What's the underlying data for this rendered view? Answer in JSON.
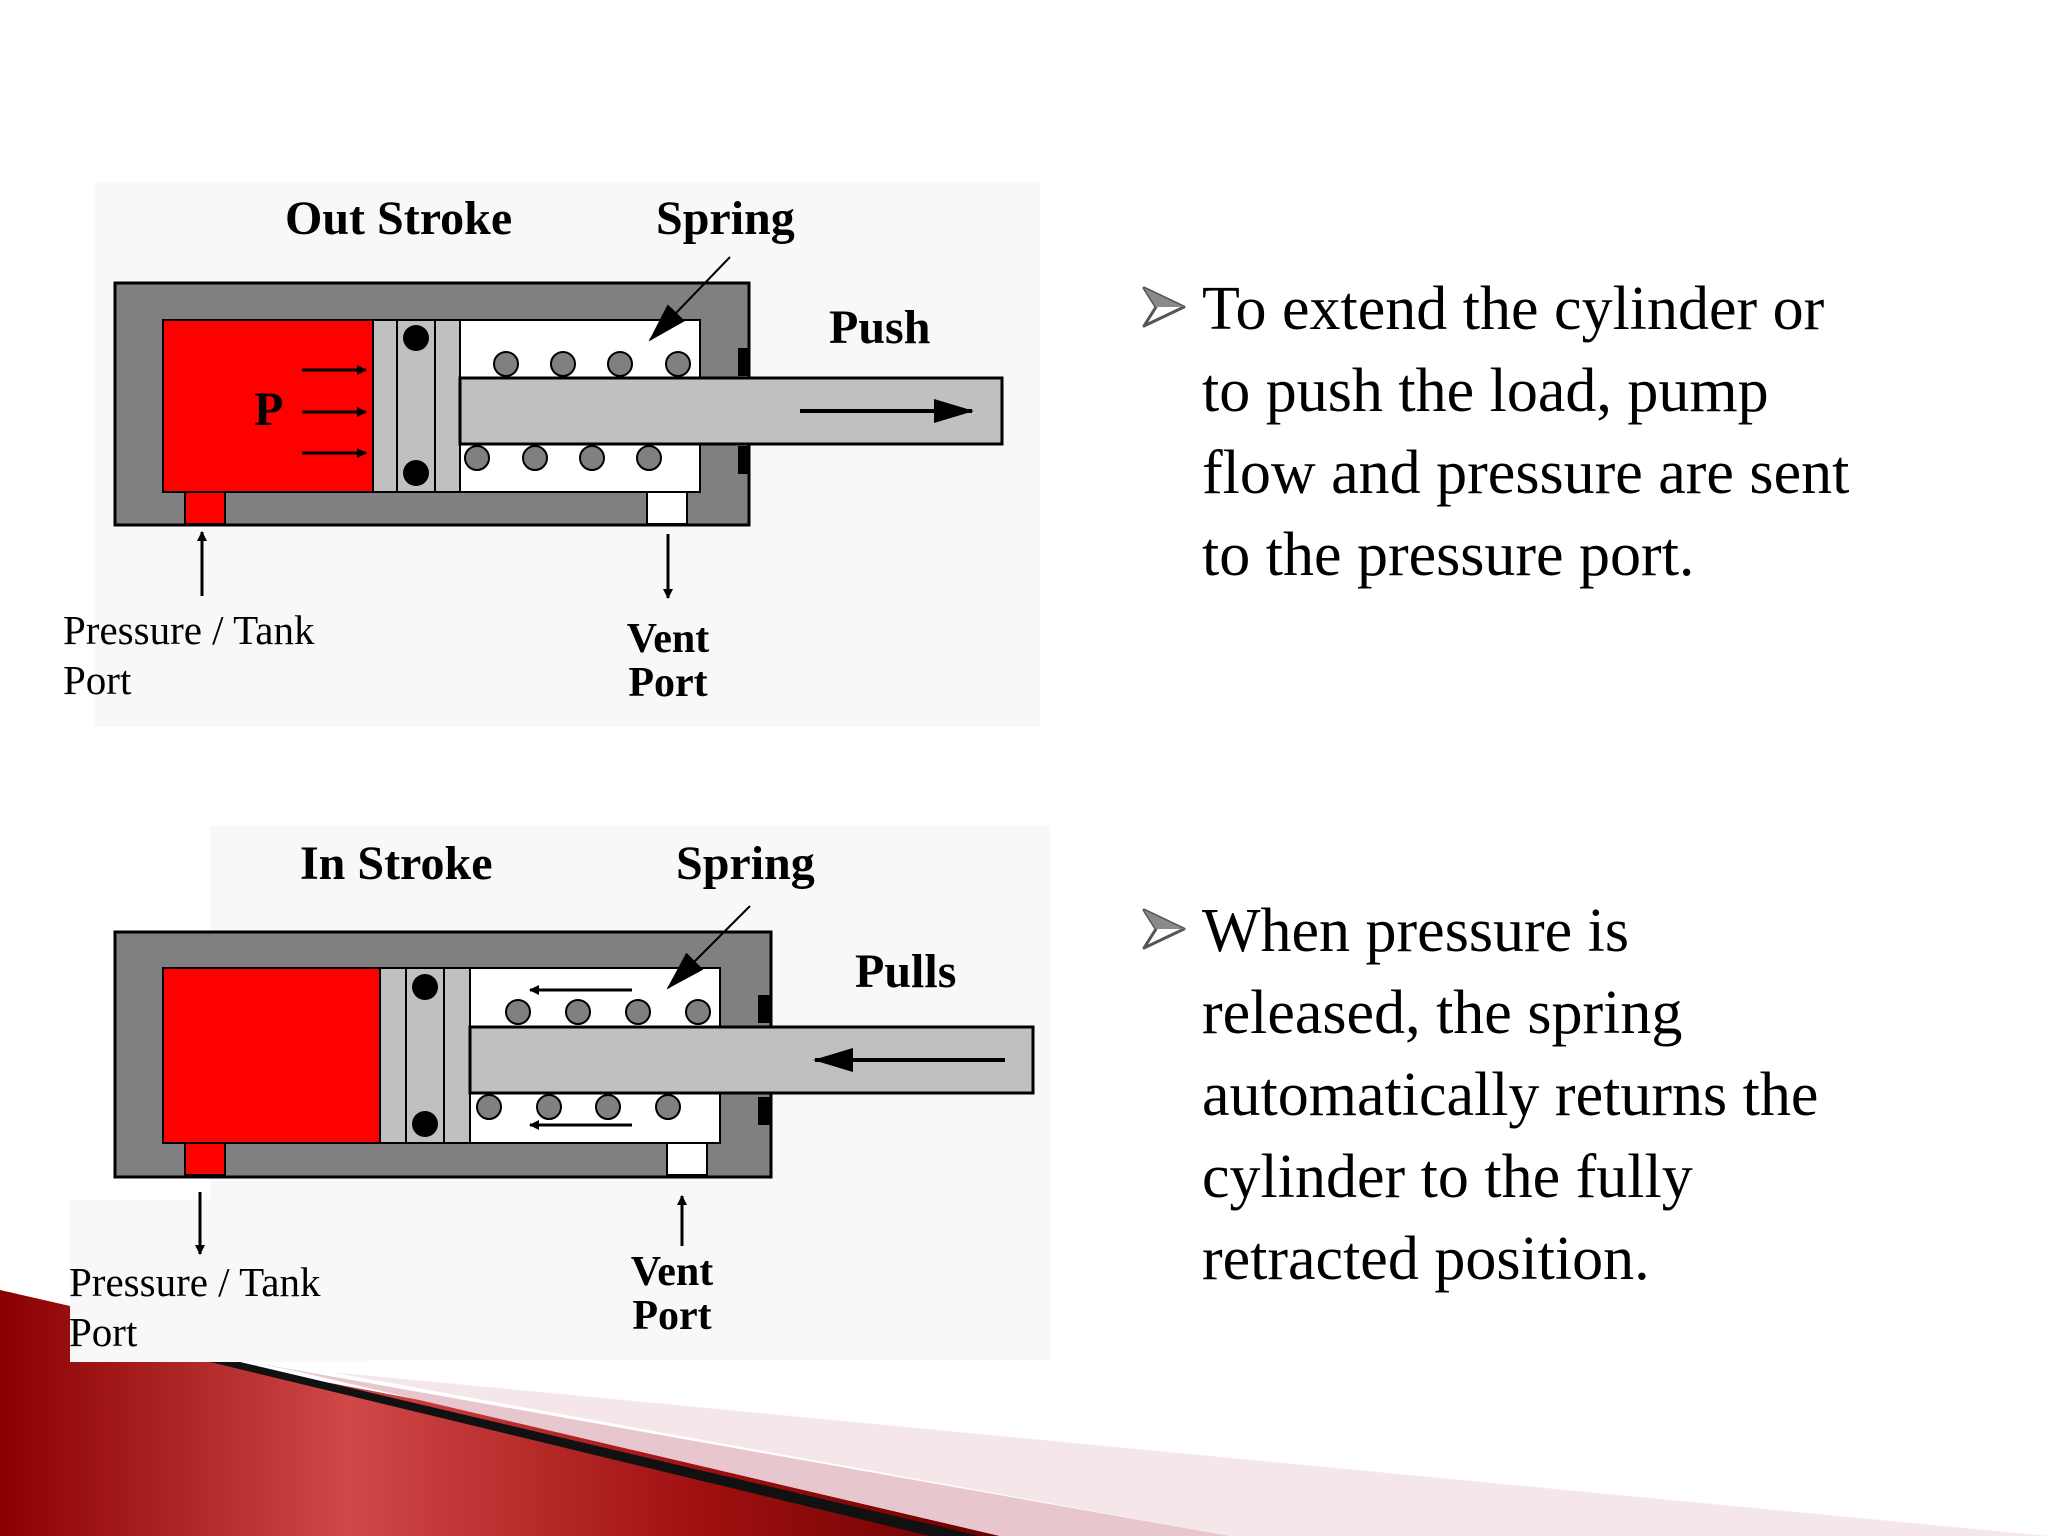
{
  "slide": {
    "accent_colors": {
      "red": "#ff0000",
      "dark_red": "#8b0000",
      "gray": "#808080",
      "light_gray": "#c0c0c0",
      "pink": "#e9c9cf"
    }
  },
  "diagram_top": {
    "title": "Out Stroke",
    "spring_label": "Spring",
    "action_label": "Push",
    "pressure_label": "P",
    "pressure_port_line1": "Pressure / Tank",
    "pressure_port_line2": "Port",
    "vent_port_line1": "Vent",
    "vent_port_line2": "Port"
  },
  "diagram_bottom": {
    "title": "In Stroke",
    "spring_label": "Spring",
    "action_label": "Pulls",
    "pressure_port_line1": "Pressure / Tank",
    "pressure_port_line2": "Port",
    "vent_port_line1": "Vent",
    "vent_port_line2": "Port"
  },
  "bullets": [
    {
      "icon": "arrowhead-bullet-icon",
      "text": "To extend the cylinder or to push the load, pump flow and pressure are sent to the pressure port."
    },
    {
      "icon": "arrowhead-bullet-icon",
      "text": "When pressure is released, the spring automatically returns the cylinder to the fully retracted position."
    }
  ]
}
